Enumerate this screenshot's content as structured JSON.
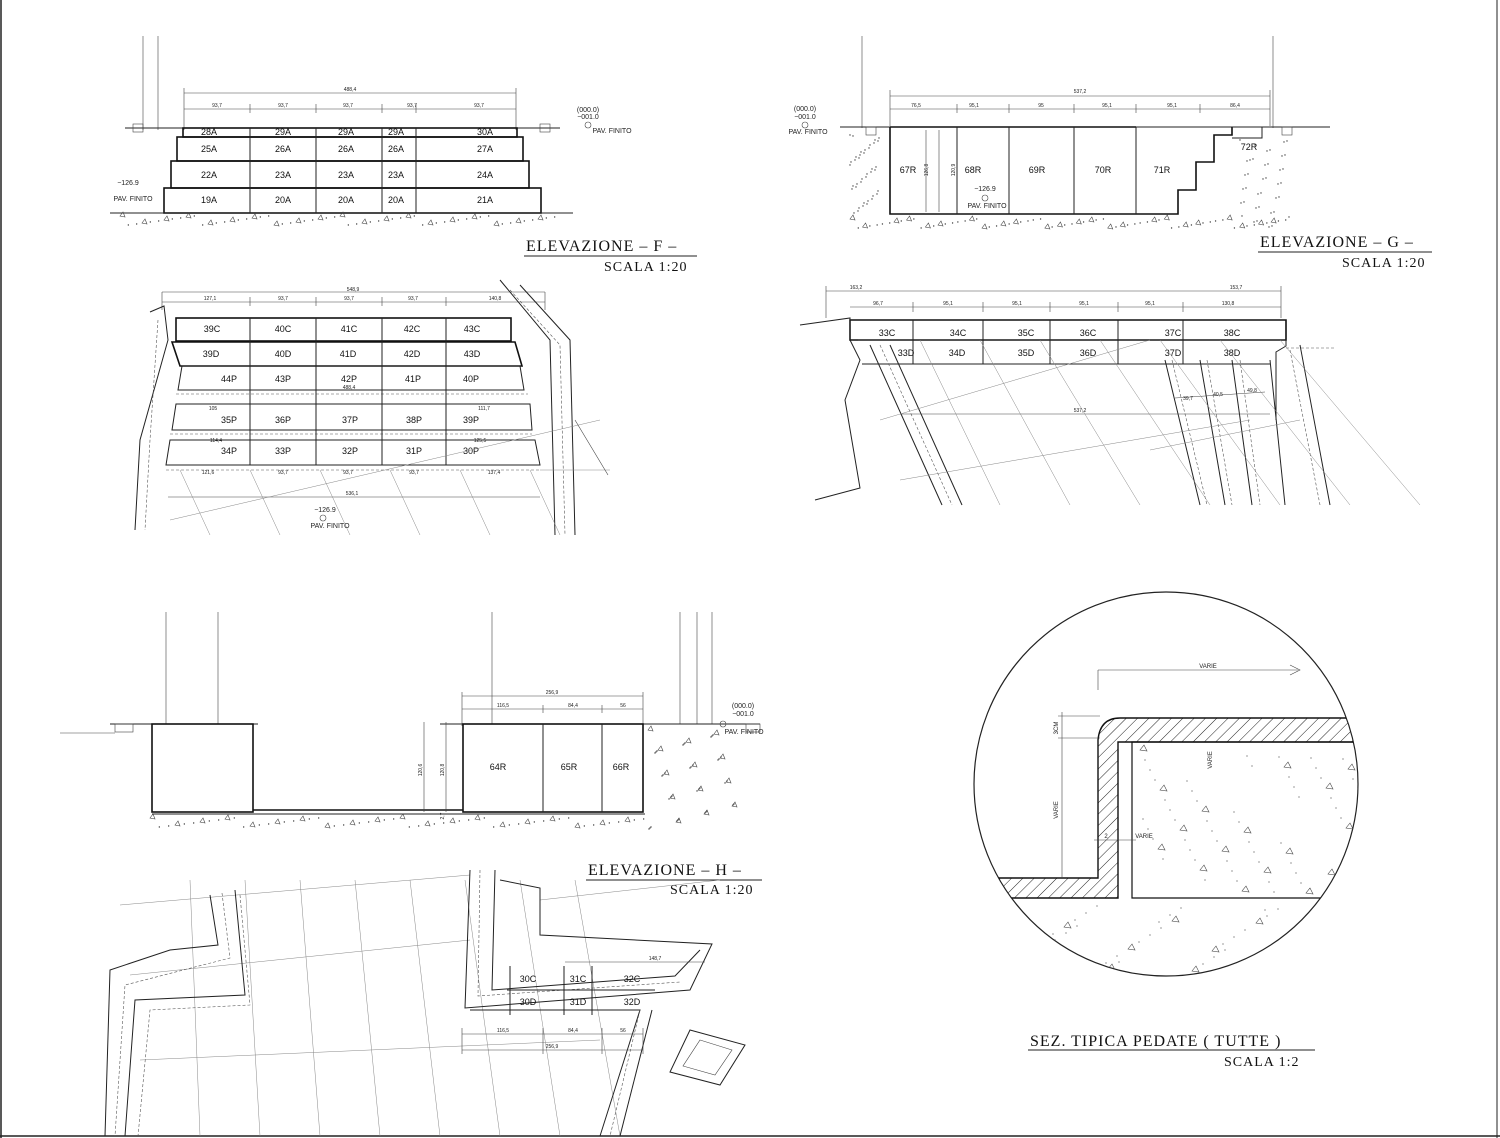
{
  "titles": {
    "f": {
      "title": "ELEVAZIONE  –  F  –",
      "scale": "SCALA  1:20"
    },
    "g": {
      "title": "ELEVAZIONE  –  G  –",
      "scale": "SCALA  1:20"
    },
    "h": {
      "title": "ELEVAZIONE  –  H  –",
      "scale": "SCALA  1:20"
    },
    "sez": {
      "title": "SEZ.  TIPICA  PEDATE  (  TUTTE  )",
      "scale": "SCALA  1:2"
    }
  },
  "levels": {
    "pav_label": "PAV. FINITO",
    "f_left": "−126.9",
    "f_right_a": "(000.0)",
    "f_right_b": "−001.0",
    "g_left_a": "(000.0)",
    "g_left_b": "−001.0",
    "g_mid": "−126.9",
    "plan_f": "−126.9",
    "h_right_a": "(000.0)",
    "h_right_b": "−001.0"
  },
  "elev_f": {
    "overall": "488,4",
    "dims": [
      "93,7",
      "93,7",
      "93,7",
      "93,7",
      "93,7"
    ],
    "row1": [
      "28A",
      "29A",
      "29A",
      "29A",
      "30A"
    ],
    "row2": [
      "25A",
      "26A",
      "26A",
      "26A",
      "27A"
    ],
    "row3": [
      "22A",
      "23A",
      "23A",
      "23A",
      "24A"
    ],
    "row4": [
      "19A",
      "20A",
      "20A",
      "20A",
      "21A"
    ]
  },
  "elev_g": {
    "overall": "537,2",
    "dims": [
      "76,5",
      "95,1",
      "95",
      "95,1",
      "95,1",
      "86,4"
    ],
    "blocks": [
      "67R",
      "68R",
      "69R",
      "70R",
      "71R",
      "72R"
    ],
    "heights": [
      "126,8",
      "120,9"
    ]
  },
  "plan_f": {
    "overall": "548,9",
    "dims": [
      "127,1",
      "93,7",
      "93,7",
      "93,7",
      "140,8"
    ],
    "row_c": [
      "39C",
      "40C",
      "41C",
      "42C",
      "43C"
    ],
    "row_d": [
      "39D",
      "40D",
      "41D",
      "42D",
      "43D"
    ],
    "row_p1": [
      "44P",
      "43P",
      "42P",
      "41P",
      "40P"
    ],
    "row_p2": [
      "35P",
      "36P",
      "37P",
      "38P",
      "39P"
    ],
    "row_p3": [
      "34P",
      "33P",
      "32P",
      "31P",
      "30P"
    ],
    "inner_dims": [
      "105",
      "111,7",
      "114,4",
      "125,5",
      "121,6",
      "93,7",
      "93,7",
      "93,7",
      "137,4",
      "488,4"
    ],
    "bottom": "536,1"
  },
  "plan_g": {
    "top_dims": [
      "163,2",
      "153,7"
    ],
    "dims": [
      "96,7",
      "95,1",
      "95,1",
      "95,1",
      "95,1",
      "130,8"
    ],
    "row_c": [
      "33C",
      "34C",
      "35C",
      "36C",
      "37C",
      "38C"
    ],
    "row_d": [
      "33D",
      "34D",
      "35D",
      "36D",
      "37D",
      "38D"
    ],
    "inner": "537,2",
    "side_dims": [
      "39,7",
      "40,5",
      "49,8"
    ]
  },
  "elev_h": {
    "overall": "256,9",
    "dims": [
      "116,5",
      "84,4",
      "56"
    ],
    "blocks": [
      "64R",
      "65R",
      "66R"
    ],
    "heights": [
      "120,6",
      "120,8"
    ],
    "base": "2,7"
  },
  "plan_h": {
    "top_dim": "148,7",
    "row_c": [
      "30C",
      "31C",
      "32C"
    ],
    "row_d": [
      "30D",
      "31D",
      "32D"
    ],
    "dims": [
      "116,5",
      "84,4",
      "56"
    ],
    "overall": "256,9"
  },
  "section": {
    "varie": "VARIE",
    "thickness": "3CM",
    "gap": "2"
  }
}
